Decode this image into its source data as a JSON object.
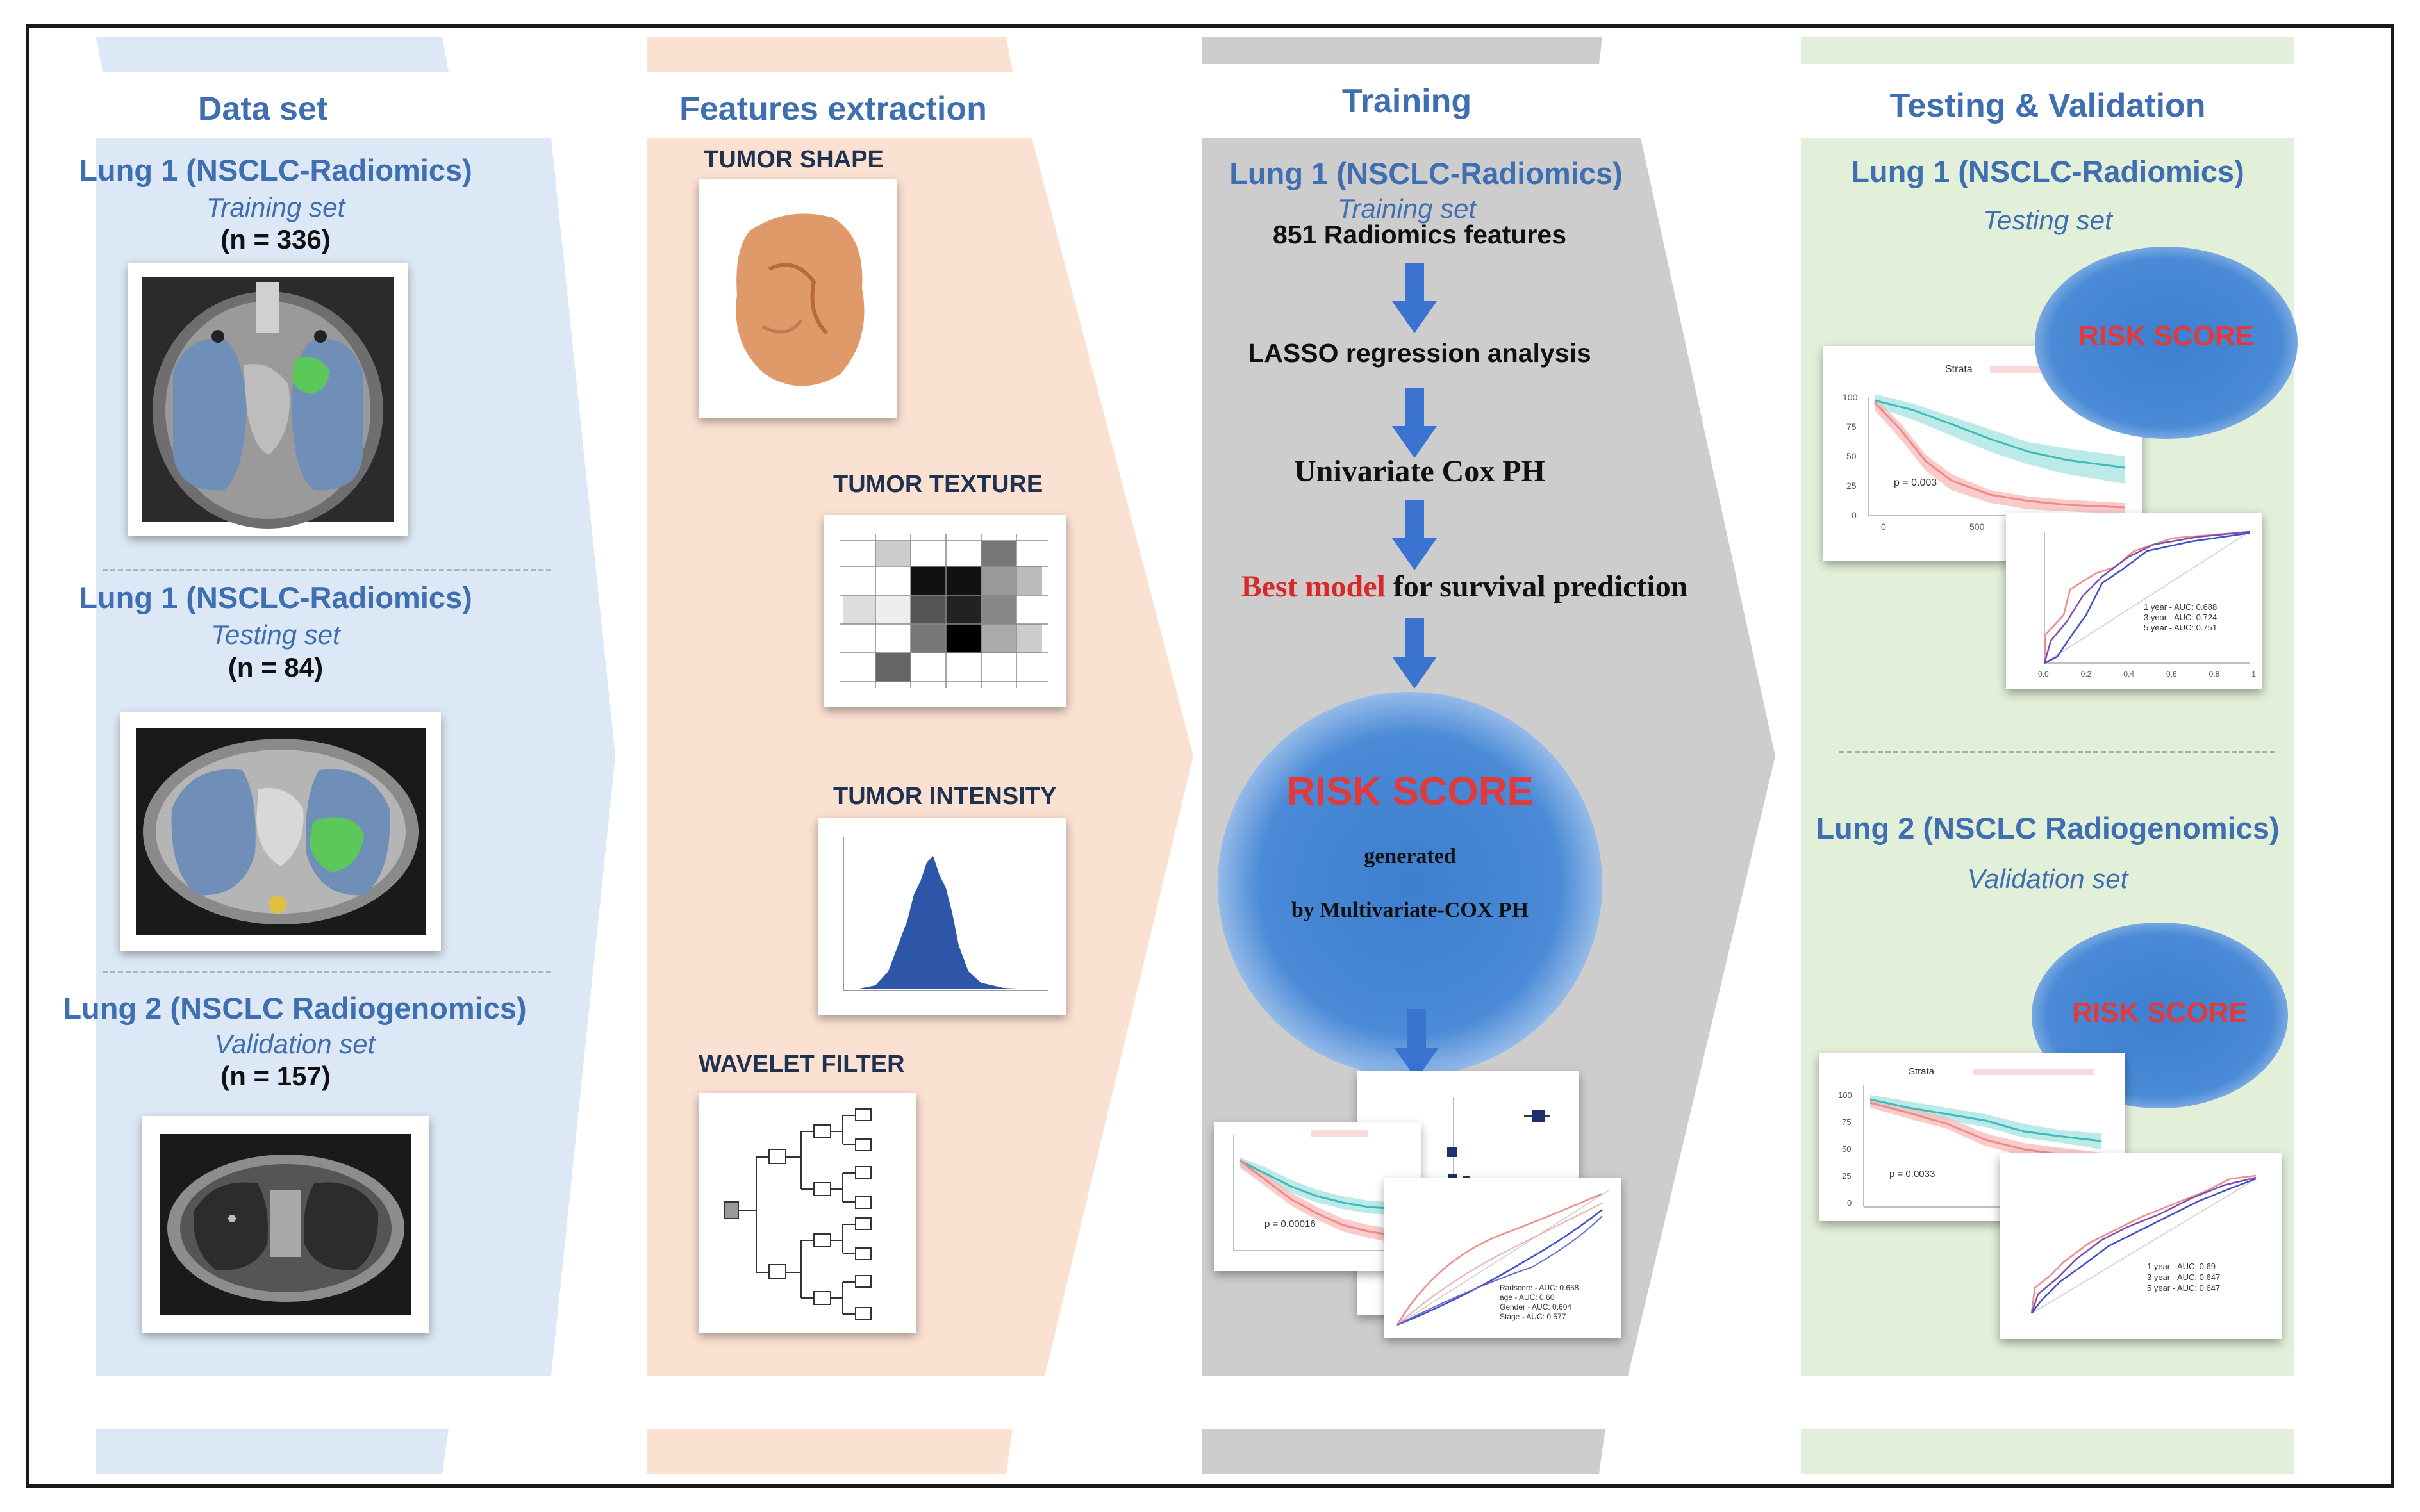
{
  "columns": {
    "dataset": {
      "title": "Data set",
      "groups": [
        {
          "name": "Lung 1 (NSCLC-Radiomics)",
          "set": "Training set",
          "n": "(n = 336)"
        },
        {
          "name": "Lung 1 (NSCLC-Radiomics)",
          "set": "Testing set",
          "n": "(n = 84)"
        },
        {
          "name": "Lung 2 (NSCLC Radiogenomics)",
          "set": "Validation set",
          "n": "(n = 157)"
        }
      ]
    },
    "features": {
      "title": "Features extraction",
      "items": [
        "TUMOR SHAPE",
        "TUMOR TEXTURE",
        "TUMOR INTENSITY",
        "WAVELET FILTER"
      ]
    },
    "training": {
      "title": "Training",
      "group": "Lung 1 (NSCLC-Radiomics)",
      "set": "Training set",
      "steps": [
        "851 Radiomics features",
        "LASSO regression analysis",
        "Univariate Cox PH"
      ],
      "best_red": "Best model",
      "best_rest": " for survival prediction",
      "risk": {
        "label": "RISK SCORE",
        "line1": "generated",
        "line2": "by Multivariate-COX PH"
      },
      "km": {
        "p": "p = 0.00016"
      },
      "roc_legend": [
        "Radscore - AUC: 0.658",
        "age - AUC: 0.60",
        "Gender - AUC: 0.604",
        "Stage - AUC: 0.577"
      ]
    },
    "testing": {
      "title": "Testing & Validation",
      "group1": "Lung 1 (NSCLC-Radiomics)",
      "set1": "Testing set",
      "group2": "Lung 2 (NSCLC Radiogenomics)",
      "set2": "Validation set",
      "risk_label": "RISK SCORE",
      "km1": {
        "strata": "Strata",
        "p": "p = 0.003",
        "yticks": [
          "100",
          "75",
          "50",
          "25",
          "0"
        ],
        "xticks": [
          "0",
          "500"
        ]
      },
      "roc1_legend": [
        "1 year - AUC: 0.688",
        "3 year - AUC: 0.724",
        "5 year - AUC: 0.751"
      ],
      "roc1_xticks": [
        "0.0",
        "0.2",
        "0.4",
        "0.6",
        "0.8",
        "1"
      ],
      "km2": {
        "strata": "Strata",
        "p": "p = 0.0033",
        "yticks": [
          "100",
          "75",
          "50",
          "25",
          "0"
        ]
      },
      "roc2_legend": [
        "1 year - AUC: 0.69",
        "3 year - AUC: 0.647",
        "5 year - AUC: 0.647"
      ]
    }
  },
  "colors": {
    "col1": "#dce8f5",
    "col2": "#fbe1d2",
    "col3": "#cdcdcd",
    "col4": "#e2efd9",
    "heading_blue": "#3f6fb0",
    "arrow_blue": "#3a74d0",
    "risk_red": "#e23a3a",
    "km_red": "#f08a8a",
    "km_teal": "#3fbcb8"
  }
}
